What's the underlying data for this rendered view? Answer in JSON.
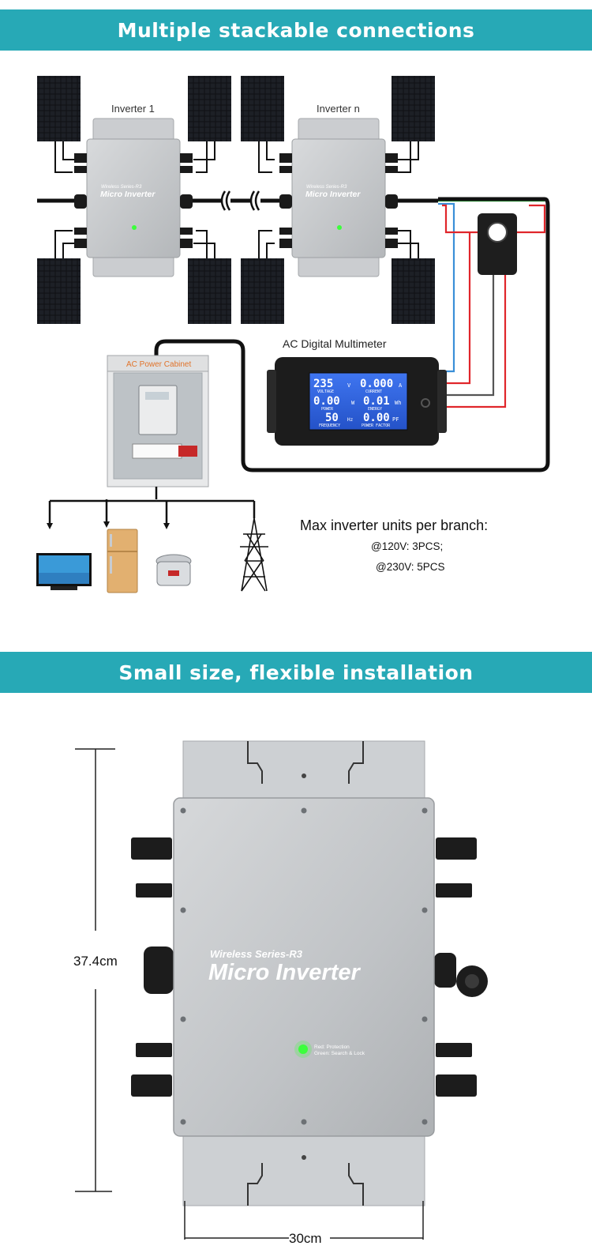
{
  "section1": {
    "banner": "Multiple stackable connections",
    "inverter_1_label": "Inverter 1",
    "inverter_n_label": "Inverter n",
    "inverter_series": "Wireless Series-R3",
    "inverter_name": "Micro Inverter",
    "multimeter_label": "AC Digital Multimeter",
    "multimeter_display": {
      "voltage_value": "235",
      "voltage_unit": "V",
      "voltage_label": "VOLTAGE",
      "current_value": "0.000",
      "current_unit": "A",
      "current_label": "CURRENT",
      "power_value": "0.00",
      "power_unit": "W",
      "power_label": "POWER",
      "energy_value": "0.01",
      "energy_unit": "Wh",
      "energy_label": "ENERGY",
      "frequency_value": "50",
      "frequency_unit": "Hz",
      "frequency_label": "FREQUENCY",
      "pf_value": "0.00",
      "pf_unit": "PF",
      "pf_label": "POWER FACTOR"
    },
    "cabinet_label": "AC Power Cabinet",
    "max_units_title": "Max inverter units per branch:",
    "max_units_120": "@120V: 3PCS;",
    "max_units_230": "@230V: 5PCS"
  },
  "section2": {
    "banner": "Small size, flexible installation",
    "inverter_series": "Wireless Series-R3",
    "inverter_name": "Micro Inverter",
    "led_legend_red": "Red: Protection",
    "led_legend_green": "Green: Search & Lock",
    "height_dim": "37.4cm",
    "width_dim": "30cm"
  },
  "colors": {
    "banner": "#27a9b6",
    "wire_red": "#e0262b",
    "wire_blue": "#3a8fd8",
    "wire_green": "#29c43a",
    "lcd_blue": "#2d62e6",
    "cabinet_label": "#e0732a",
    "inverter_body": "#c6c8ca",
    "led_green": "#3cff3c"
  }
}
